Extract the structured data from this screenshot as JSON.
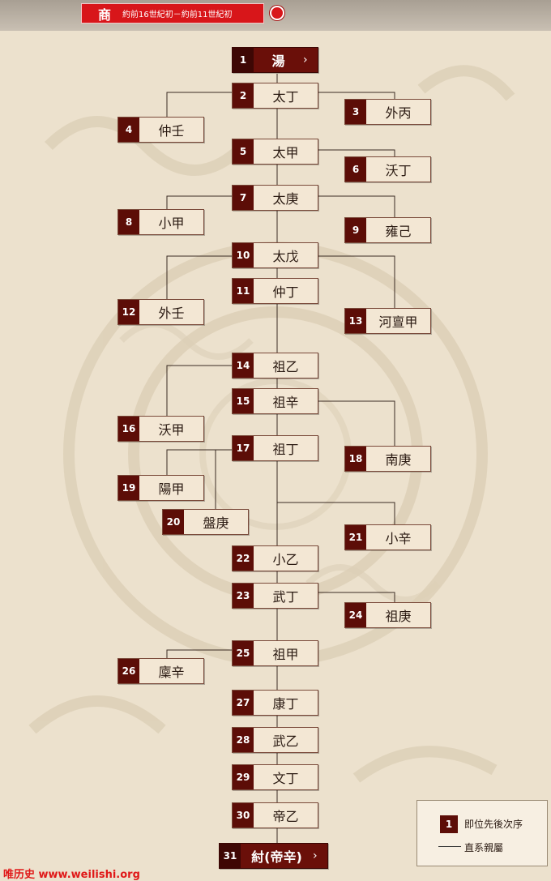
{
  "header": {
    "dynasty": "商",
    "period": "約前16世紀初－約前11世紀初"
  },
  "colors": {
    "node_number_bg": "#5c0d07",
    "node_bg": "#f3e7d4",
    "highlight_bg": "#6a0f09",
    "header_red": "#d8161a",
    "watermark_red": "#e01818"
  },
  "rulers": [
    {
      "num": "1",
      "name": "湯",
      "highlight": true
    },
    {
      "num": "2",
      "name": "太丁"
    },
    {
      "num": "3",
      "name": "外丙"
    },
    {
      "num": "4",
      "name": "仲壬"
    },
    {
      "num": "5",
      "name": "太甲"
    },
    {
      "num": "6",
      "name": "沃丁"
    },
    {
      "num": "7",
      "name": "太庚"
    },
    {
      "num": "8",
      "name": "小甲"
    },
    {
      "num": "9",
      "name": "雍己"
    },
    {
      "num": "10",
      "name": "太戊"
    },
    {
      "num": "11",
      "name": "仲丁"
    },
    {
      "num": "12",
      "name": "外壬"
    },
    {
      "num": "13",
      "name": "河亶甲"
    },
    {
      "num": "14",
      "name": "祖乙"
    },
    {
      "num": "15",
      "name": "祖辛"
    },
    {
      "num": "16",
      "name": "沃甲"
    },
    {
      "num": "17",
      "name": "祖丁"
    },
    {
      "num": "18",
      "name": "南庚"
    },
    {
      "num": "19",
      "name": "陽甲"
    },
    {
      "num": "20",
      "name": "盤庚"
    },
    {
      "num": "21",
      "name": "小辛"
    },
    {
      "num": "22",
      "name": "小乙"
    },
    {
      "num": "23",
      "name": "武丁"
    },
    {
      "num": "24",
      "name": "祖庚"
    },
    {
      "num": "25",
      "name": "祖甲"
    },
    {
      "num": "26",
      "name": "廩辛"
    },
    {
      "num": "27",
      "name": "康丁"
    },
    {
      "num": "28",
      "name": "武乙"
    },
    {
      "num": "29",
      "name": "文丁"
    },
    {
      "num": "30",
      "name": "帝乙"
    },
    {
      "num": "31",
      "name": "紂(帝辛)",
      "highlight": true
    }
  ],
  "legend": {
    "sample_num": "1",
    "order_label": "即位先後次序",
    "lineage_label": "直系親屬"
  },
  "watermark": "唯历史 www.weilishi.org"
}
